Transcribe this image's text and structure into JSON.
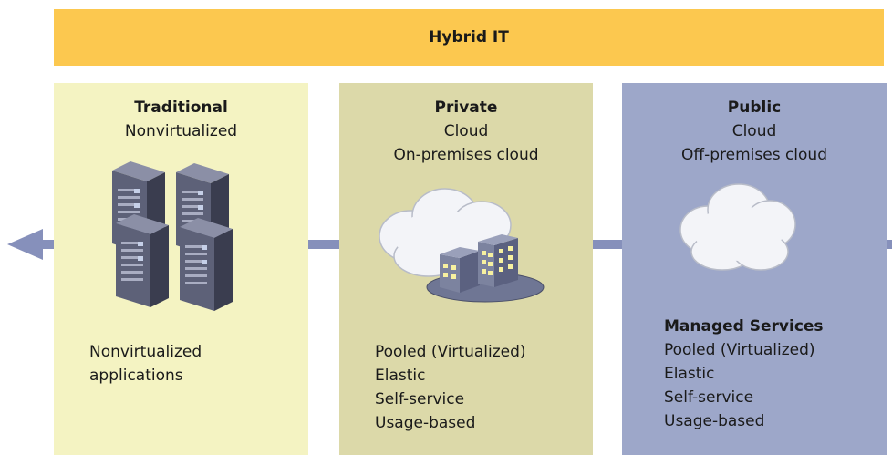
{
  "banner": {
    "title": "Hybrid IT"
  },
  "traditional": {
    "title": "Traditional",
    "subtitle": "Nonvirtualized",
    "items": [
      "Nonvirtualized",
      "applications"
    ]
  },
  "private": {
    "title": "Private",
    "subtitle": "Cloud",
    "subtitle2": "On-premises cloud",
    "items": [
      "Pooled (Virtualized)",
      "Elastic",
      "Self-service",
      "Usage-based"
    ]
  },
  "public": {
    "title": "Public",
    "subtitle": "Cloud",
    "subtitle2": "Off-premises cloud",
    "section_title": "Managed Services",
    "items": [
      "Pooled (Virtualized)",
      "Elastic",
      "Self-service",
      "Usage-based"
    ]
  },
  "colors": {
    "banner": "#fcc84f",
    "traditional_panel": "#f4f3c2",
    "private_panel": "#dcd9a9",
    "public_panel": "#9da7c9",
    "arrow": "#8690bb"
  },
  "icons": [
    "server-rack-icon",
    "cloud-icon",
    "office-building-icon",
    "left-arrow-icon"
  ]
}
